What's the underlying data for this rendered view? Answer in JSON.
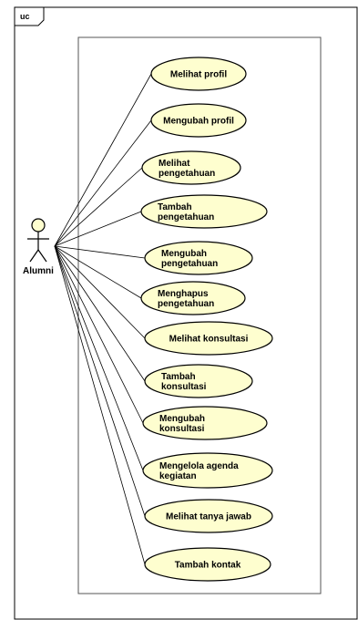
{
  "frame": {
    "tag": "uc"
  },
  "actor": {
    "name": "Alumni"
  },
  "use_cases": [
    {
      "id": "uc1",
      "lines": [
        "Melihat profil"
      ]
    },
    {
      "id": "uc2",
      "lines": [
        "Mengubah profil"
      ]
    },
    {
      "id": "uc3",
      "lines": [
        "Melihat",
        "pengetahuan"
      ]
    },
    {
      "id": "uc4",
      "lines": [
        "Tambah",
        "pengetahuan"
      ]
    },
    {
      "id": "uc5",
      "lines": [
        "Mengubah",
        "pengetahuan"
      ]
    },
    {
      "id": "uc6",
      "lines": [
        "Menghapus",
        "pengetahuan"
      ]
    },
    {
      "id": "uc7",
      "lines": [
        "Melihat konsultasi"
      ]
    },
    {
      "id": "uc8",
      "lines": [
        "Tambah",
        "konsultasi"
      ]
    },
    {
      "id": "uc9",
      "lines": [
        "Mengubah",
        "konsultasi"
      ]
    },
    {
      "id": "uc10",
      "lines": [
        "Mengelola agenda",
        "kegiatan"
      ]
    },
    {
      "id": "uc11",
      "lines": [
        "Melihat tanya jawab"
      ]
    },
    {
      "id": "uc12",
      "lines": [
        "Tambah kontak"
      ]
    }
  ],
  "colors": {
    "usecase_fill": "#fefecf",
    "usecase_stroke": "#000000",
    "line": "#000000",
    "frame_stroke": "#000000",
    "boundary_stroke": "#555555"
  }
}
